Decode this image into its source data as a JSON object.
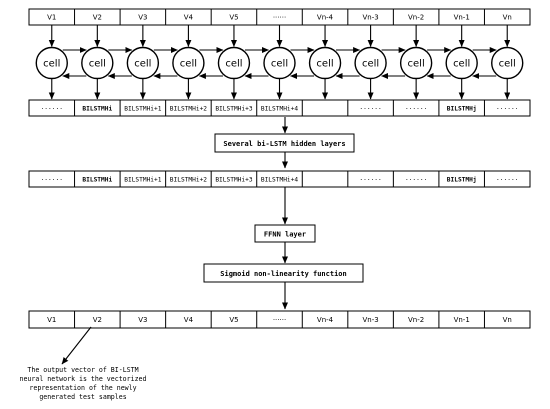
{
  "input_row": [
    "V1",
    "V2",
    "V3",
    "V4",
    "V5",
    "······",
    "Vn-4",
    "Vn-3",
    "Vn-2",
    "Vn-1",
    "Vn"
  ],
  "cell_label": "cell",
  "hidden_row_1": [
    "······",
    "BILSTMHi",
    "BILSTMHi+1",
    "BILSTMHi+2",
    "BILSTMHi+3",
    "BILSTMHi+4",
    "",
    "······",
    "······",
    "BILSTMHj",
    "······"
  ],
  "bilstm_layers_label": "Several bi-LSTM hidden layers",
  "hidden_row_2": [
    "······",
    "BILSTMHi",
    "BILSTMHi+1",
    "BILSTMHi+2",
    "BILSTMHi+3",
    "BILSTMHi+4",
    "",
    "······",
    "······",
    "BILSTMHj",
    "······"
  ],
  "ffnn_label": "FFNN layer",
  "sigmoid_label": "Sigmoid non-linearity function",
  "output_row": [
    "V1",
    "V2",
    "V3",
    "V4",
    "V5",
    "······",
    "Vn-4",
    "Vn-3",
    "Vn-2",
    "Vn-1",
    "Vn"
  ],
  "note_lines": [
    "The output vector of BI-LSTM",
    "neural network is the vectorized",
    "representation of the newly",
    "generated test samples"
  ]
}
